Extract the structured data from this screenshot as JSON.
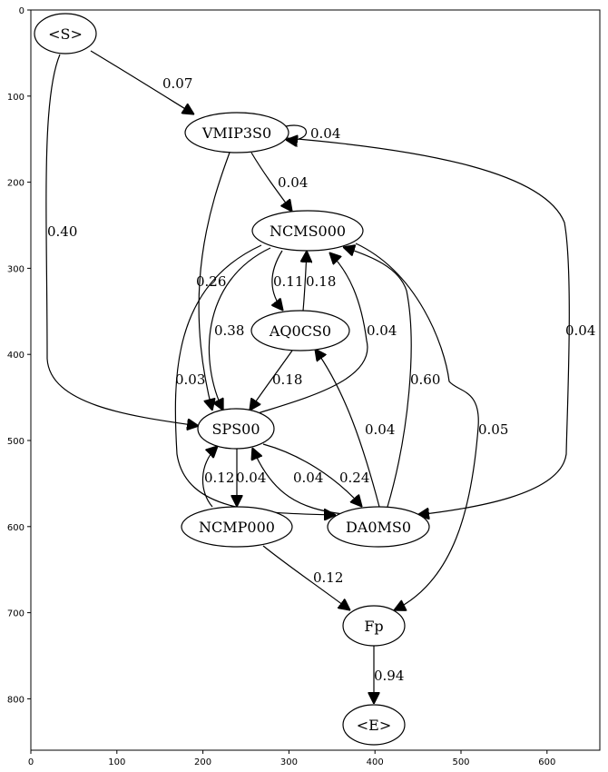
{
  "axes": {
    "x_ticks": [
      "0",
      "100",
      "200",
      "300",
      "400",
      "500",
      "600"
    ],
    "y_ticks": [
      "0",
      "100",
      "200",
      "300",
      "400",
      "500",
      "600",
      "700",
      "800"
    ]
  },
  "nodes": [
    {
      "id": "S",
      "label": "<S>"
    },
    {
      "id": "VMIP3S0",
      "label": "VMIP3S0"
    },
    {
      "id": "NCMS000",
      "label": "NCMS000"
    },
    {
      "id": "AQ0CS0",
      "label": "AQ0CS0"
    },
    {
      "id": "SPS00",
      "label": "SPS00"
    },
    {
      "id": "NCMP000",
      "label": "NCMP000"
    },
    {
      "id": "DA0MS0",
      "label": "DA0MS0"
    },
    {
      "id": "Fp",
      "label": "Fp"
    },
    {
      "id": "E",
      "label": "<E>"
    }
  ],
  "edges": [
    {
      "from": "S",
      "to": "VMIP3S0",
      "label": "0.07"
    },
    {
      "from": "VMIP3S0",
      "to": "VMIP3S0",
      "label": "0.04"
    },
    {
      "from": "S",
      "to": "SPS00",
      "label": "0.40"
    },
    {
      "from": "VMIP3S0",
      "to": "NCMS000",
      "label": "0.04"
    },
    {
      "from": "VMIP3S0",
      "to": "SPS00",
      "label": "0.26"
    },
    {
      "from": "VMIP3S0",
      "to": "DA0MS0",
      "label": "0.04"
    },
    {
      "from": "NCMS000",
      "to": "AQ0CS0",
      "label": "0.11"
    },
    {
      "from": "AQ0CS0",
      "to": "NCMS000",
      "label": "0.18"
    },
    {
      "from": "NCMS000",
      "to": "SPS00",
      "label": "0.38"
    },
    {
      "from": "NCMS000",
      "to": "DA0MS0",
      "label": "0.03"
    },
    {
      "from": "SPS00",
      "to": "NCMS000",
      "label": "0.04"
    },
    {
      "from": "AQ0CS0",
      "to": "SPS00",
      "label": "0.18"
    },
    {
      "from": "DA0MS0",
      "to": "NCMS000",
      "label": "0.60"
    },
    {
      "from": "NCMS000",
      "to": "Fp",
      "label": "0.05"
    },
    {
      "from": "DA0MS0",
      "to": "AQ0CS0",
      "label": "0.04"
    },
    {
      "from": "NCMP000",
      "to": "SPS00",
      "label": "0.12"
    },
    {
      "from": "SPS00",
      "to": "NCMP000",
      "label": "0.04"
    },
    {
      "from": "DA0MS0",
      "to": "SPS00",
      "label": "0.04"
    },
    {
      "from": "SPS00",
      "to": "DA0MS0",
      "label": "0.24"
    },
    {
      "from": "NCMP000",
      "to": "Fp",
      "label": "0.12"
    },
    {
      "from": "Fp",
      "to": "E",
      "label": "0.94"
    }
  ]
}
